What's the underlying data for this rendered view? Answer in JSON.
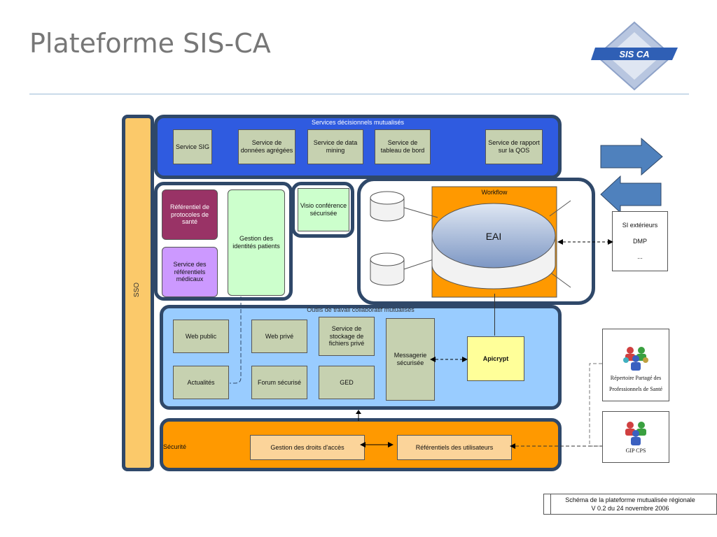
{
  "slide": {
    "title": "Plateforme SIS-CA",
    "logo_text": "SIS CA"
  },
  "sso": {
    "label": "SSO"
  },
  "decisionnel": {
    "caption": "Services décisionnels mutualisés",
    "services": [
      "Service SIG",
      "Service de données agrégées",
      "Service de data mining",
      "Service de tableau de bord",
      "Service de rapport sur la QOS"
    ]
  },
  "referentiels": {
    "protocoles": "Référentiel de protocoles de santé",
    "medicaux": "Service des référentiels médicaux",
    "identites": "Gestion des identités patients",
    "visio": "Visio conférence sécurisée"
  },
  "eai": {
    "workflow": "Workflow",
    "label": "EAI"
  },
  "exterieurs": {
    "line1": "SI extérieurs",
    "line2": "DMP",
    "line3": "..."
  },
  "collab": {
    "caption": "Outils de travail collaboratif mutualisés",
    "web_public": "Web public",
    "actualites": "Actualités",
    "web_prive": "Web privé",
    "forum": "Forum sécurisé",
    "stockage": "Service de stockage de fichiers privé",
    "ged": "GED",
    "messagerie": "Messagerie sécurisée",
    "apicrypt": "Apicrypt"
  },
  "securite": {
    "label": "Sécurité",
    "droits": "Gestion des droits d'accès",
    "ref_users": "Référentiels des utilisateurs"
  },
  "rpps": {
    "label": "Répertoire Partagé des Professionnels de Santé"
  },
  "gip": {
    "label": "GIP CPS"
  },
  "footer": {
    "line1": "Schéma de la plateforme mutualisée régionale",
    "line2": "V 0.2 du 24 novembre 2006"
  },
  "colors": {
    "blue_bar": "#2f5be0",
    "light_blue": "#99ccff",
    "orange": "#ff9900",
    "yellow": "#fbc96a",
    "box_fill": "#c6d1b0",
    "dark_border": "#2f4869"
  }
}
